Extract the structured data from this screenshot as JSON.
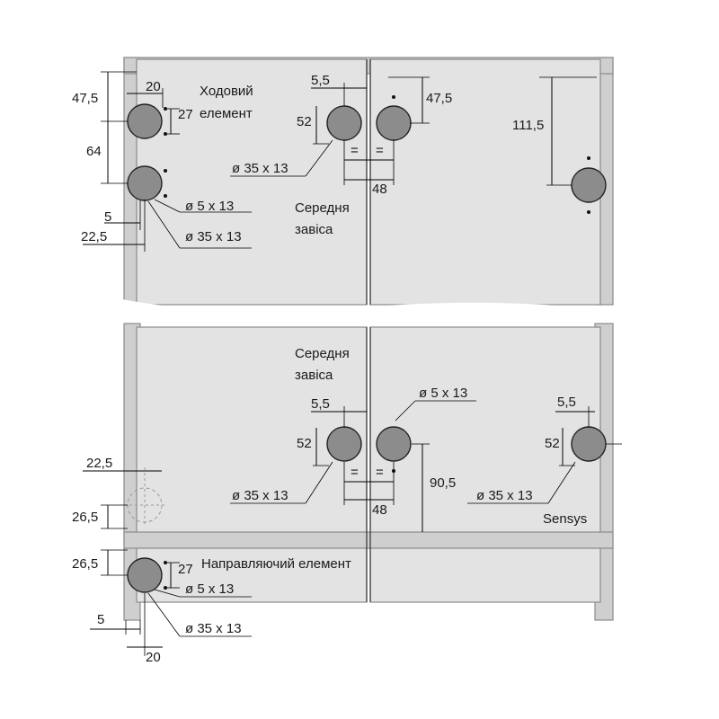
{
  "dimensions": {
    "d_47_5_left": "47,5",
    "d_20_top": "20",
    "d_27_top": "27",
    "d_64": "64",
    "d_5_top": "5",
    "d_22_5_top": "22,5",
    "d_5_5_top": "5,5",
    "d_52_top": "52",
    "d_47_5_right": "47,5",
    "d_111_5": "111,5",
    "d_48_top": "48",
    "d_5_5_bottom_mid": "5,5",
    "d_52_bottom_mid": "52",
    "d_5_5_sensys": "5,5",
    "d_52_sensys": "52",
    "d_22_5_bottom": "22,5",
    "d_26_5_upper": "26,5",
    "d_26_5_lower": "26,5",
    "d_27_bottom": "27",
    "d_90_5": "90,5",
    "d_48_bottom": "48",
    "d_5_bottom": "5",
    "d_20_bottom": "20",
    "eq_mark": "="
  },
  "labels": {
    "running_element_line1": "Ходовий",
    "running_element_line2": "елемент",
    "middle_hinge_top_line1": "Середня",
    "middle_hinge_top_line2": "завіса",
    "middle_hinge_bottom_line1": "Середня",
    "middle_hinge_bottom_line2": "завіса",
    "guide_element": "Направляючий елемент",
    "sensys": "Sensys"
  },
  "hole_specs": {
    "small_hole": "ø 5 x 13",
    "cup_hole": "ø 35 x 13"
  },
  "colors": {
    "panel": "#e3e3e3",
    "frame": "#cfcfcf",
    "hole_fill": "#8c8c8c",
    "line": "#000000"
  }
}
